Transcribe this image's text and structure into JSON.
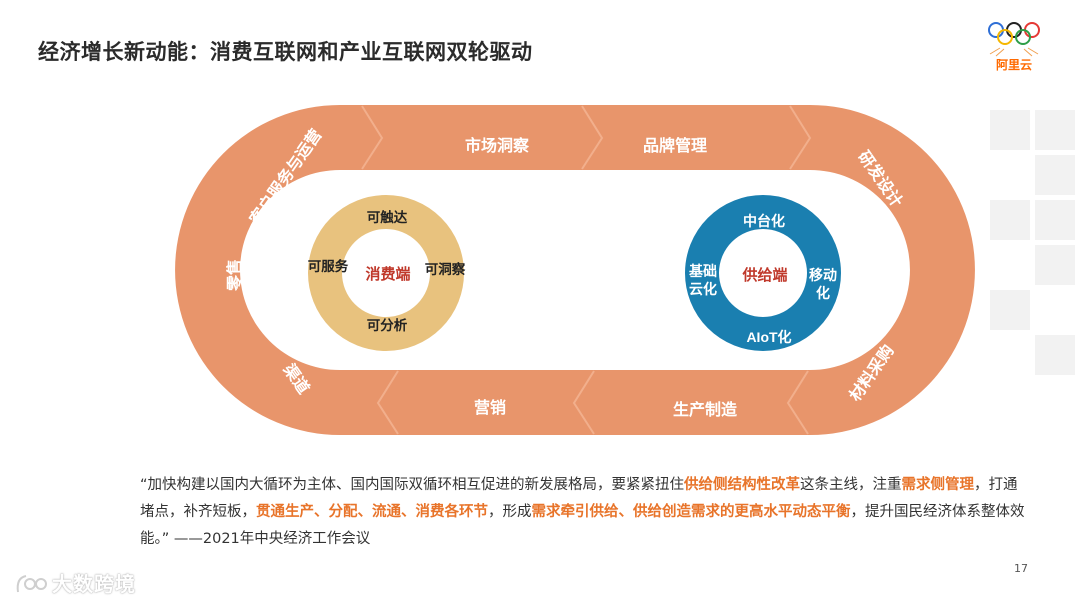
{
  "title": "经济增长新动能：消费互联网和产业互联网双轮驱动",
  "logo": {
    "brand": "阿里云"
  },
  "track_labels": {
    "customer_service": "客户服务与运营",
    "market_insight": "市场洞察",
    "brand_management": "品牌管理",
    "rd_design": "研发设计",
    "retail": "零售",
    "channel": "渠道",
    "marketing": "营销",
    "production": "生产制造",
    "procurement": "材料采购"
  },
  "consumer_ring": {
    "center": "消费端",
    "top": "可触达",
    "left": "可服务",
    "right": "可洞察",
    "bottom": "可分析",
    "color": "#e8c27e",
    "center_color": "#c0392b"
  },
  "supply_ring": {
    "center": "供给端",
    "top": "中台化",
    "left_line1": "基础",
    "left_line2": "云化",
    "right_line1": "移动",
    "right_line2": "化",
    "bottom": "AIoT化",
    "color": "#1a7fb0",
    "center_color": "#c0392b"
  },
  "quote": {
    "p1": "“加快构建以国内大循环为主体、国内国际双循环相互促进的新发展格局，要紧紧扭住",
    "h1": "供给侧结构性改革",
    "p2": "这条主线，注重",
    "h2": "需求侧管理",
    "p3": "，打通堵点，补齐短板，",
    "h3": "贯通生产、分配、流通、消费各环节",
    "p4": "，形成",
    "h4": "需求牵引供给、供给创造需求的更高水平动态平衡",
    "p5": "，提升国民经济体系整体效能。”  ——2021年中央经济工作会议"
  },
  "page_number": "17",
  "watermark": "大数跨境",
  "colors": {
    "track": "#e8956b",
    "track_dark": "#d97b50",
    "highlight": "#e8742a"
  }
}
